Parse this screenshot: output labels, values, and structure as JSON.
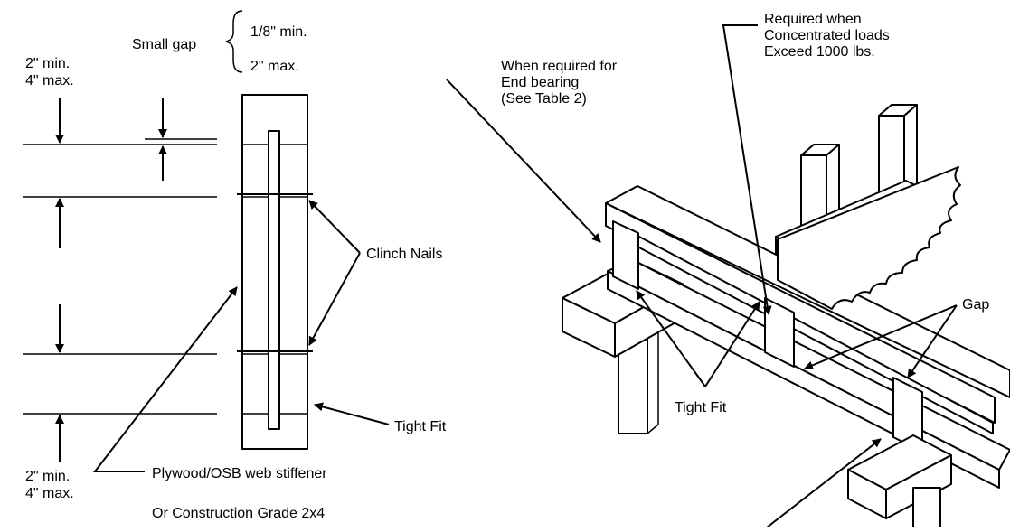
{
  "labels": {
    "gap_min_max_top_1": "2\" min.",
    "gap_min_max_top_2": "4\" max.",
    "small_gap": "Small gap",
    "small_gap_min": "1/8\" min.",
    "small_gap_max": "2\" max.",
    "clinch_nails": "Clinch Nails",
    "tight_fit_left": "Tight Fit",
    "gap_min_max_bottom_1": "2\" min.",
    "gap_min_max_bottom_2": "4\" max.",
    "web_stiffener_1": "Plywood/OSB web stiffener",
    "web_stiffener_2": "Or Construction Grade 2x4",
    "end_bearing_1": "When required for",
    "end_bearing_2": "End bearing",
    "end_bearing_3": "(See Table 2)",
    "concentrated_1": "Required when",
    "concentrated_2": "Concentrated loads",
    "concentrated_3": "Exceed 1000 lbs.",
    "gap_right": "Gap",
    "tight_fit_right": "Tight Fit"
  }
}
